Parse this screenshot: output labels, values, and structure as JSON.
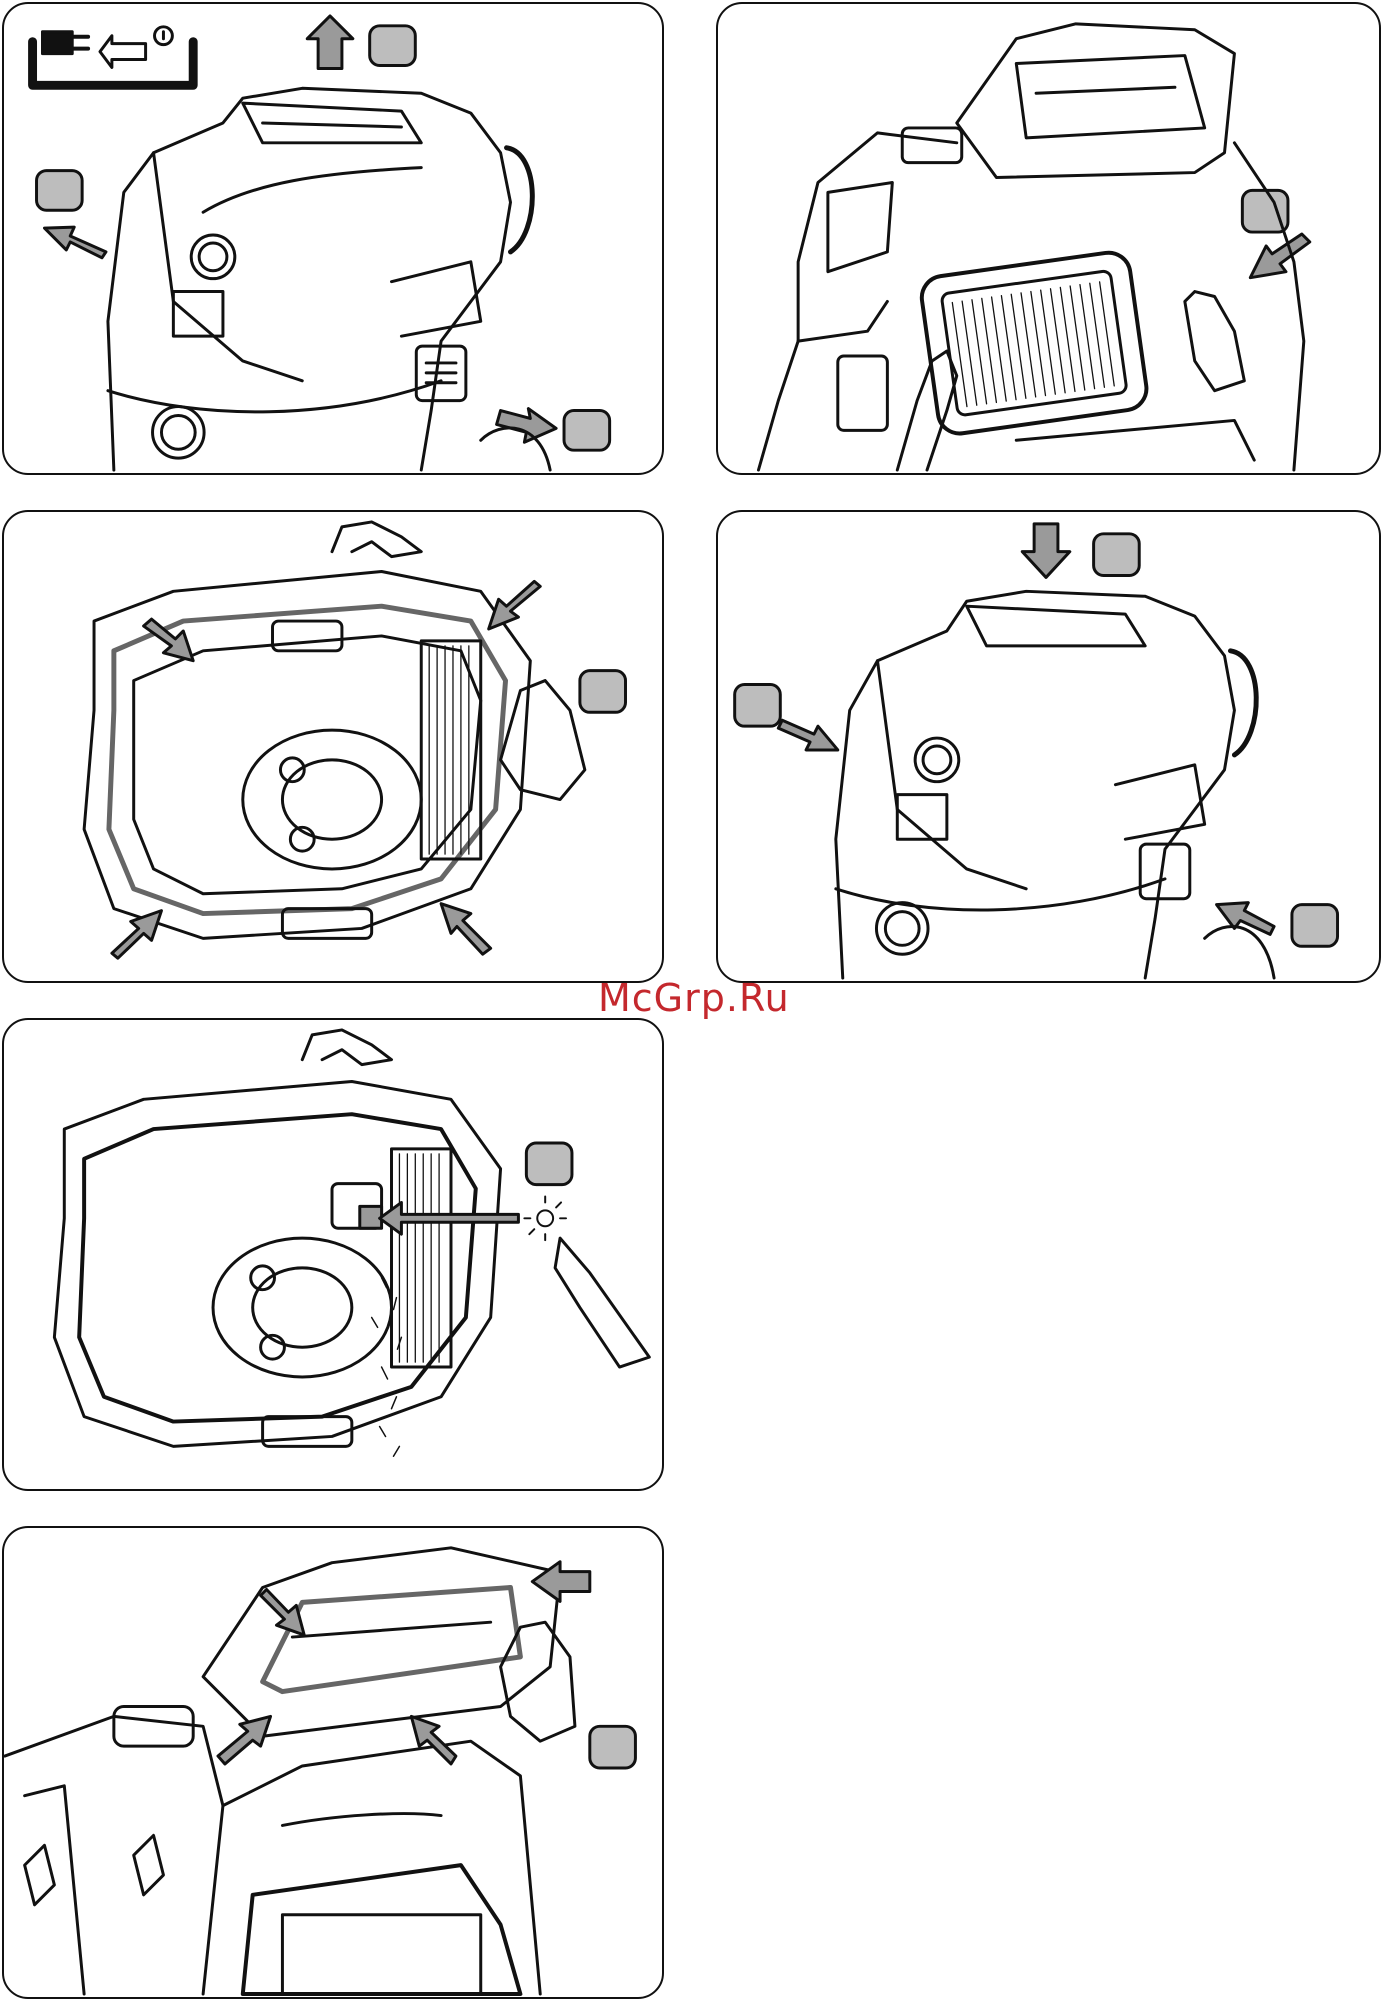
{
  "watermark": {
    "text": "McGrp.Ru"
  },
  "colors": {
    "line": "#111111",
    "step_marker": "#bdbdbd",
    "arrow_fill": "#9a9a9a",
    "watermark": "#c4282d"
  },
  "icons": {
    "power_symbol": "unplug-power-icon",
    "arrow": "gray-arrow-icon",
    "step_marker": "step-square-icon",
    "hand": "hand-icon"
  },
  "panels": [
    {
      "id": "panel-1",
      "depiction": "vacuum-top-closed-unplug"
    },
    {
      "id": "panel-2",
      "depiction": "vacuum-lid-open-remove-filter"
    },
    {
      "id": "panel-3",
      "depiction": "lid-underside-clean-seal"
    },
    {
      "id": "panel-4",
      "depiction": "vacuum-top-closed-reassemble"
    },
    {
      "id": "panel-5",
      "depiction": "lid-underside-press-button"
    },
    {
      "id": "panel-6",
      "depiction": "vacuum-lid-open-check-seal"
    }
  ]
}
